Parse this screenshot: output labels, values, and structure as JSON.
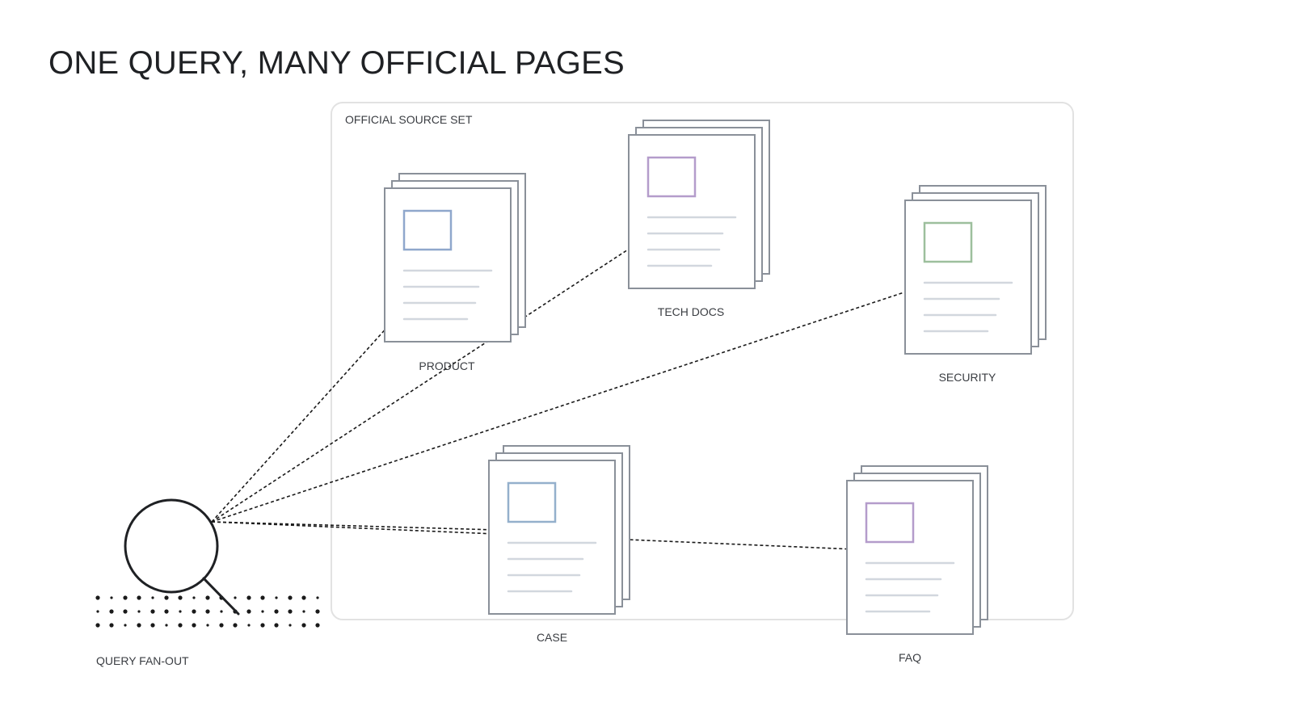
{
  "title": "ONE QUERY, MANY OFFICIAL PAGES",
  "source_set_label": "OFFICIAL SOURCE SET",
  "query_label": "QUERY FAN-OUT",
  "documents": [
    {
      "key": "product",
      "label": "PRODUCT",
      "accent": "#8fa7cc"
    },
    {
      "key": "tech-docs",
      "label": "TECH DOCS",
      "accent": "#b49ccb"
    },
    {
      "key": "security",
      "label": "SECURITY",
      "accent": "#9dbf9d"
    },
    {
      "key": "case",
      "label": "CASE",
      "accent": "#94b0cc"
    },
    {
      "key": "faq",
      "label": "FAQ",
      "accent": "#b49ccb"
    }
  ],
  "colors": {
    "text": "#1f2124",
    "label": "#3a3d42",
    "doc_stroke": "#8a9099",
    "text_line": "#d2d7de",
    "container_stroke": "#e2e2e2",
    "connector": "#1a1a1a"
  },
  "icons": {
    "query": "magnifier-icon",
    "document": "document-stack-icon"
  }
}
